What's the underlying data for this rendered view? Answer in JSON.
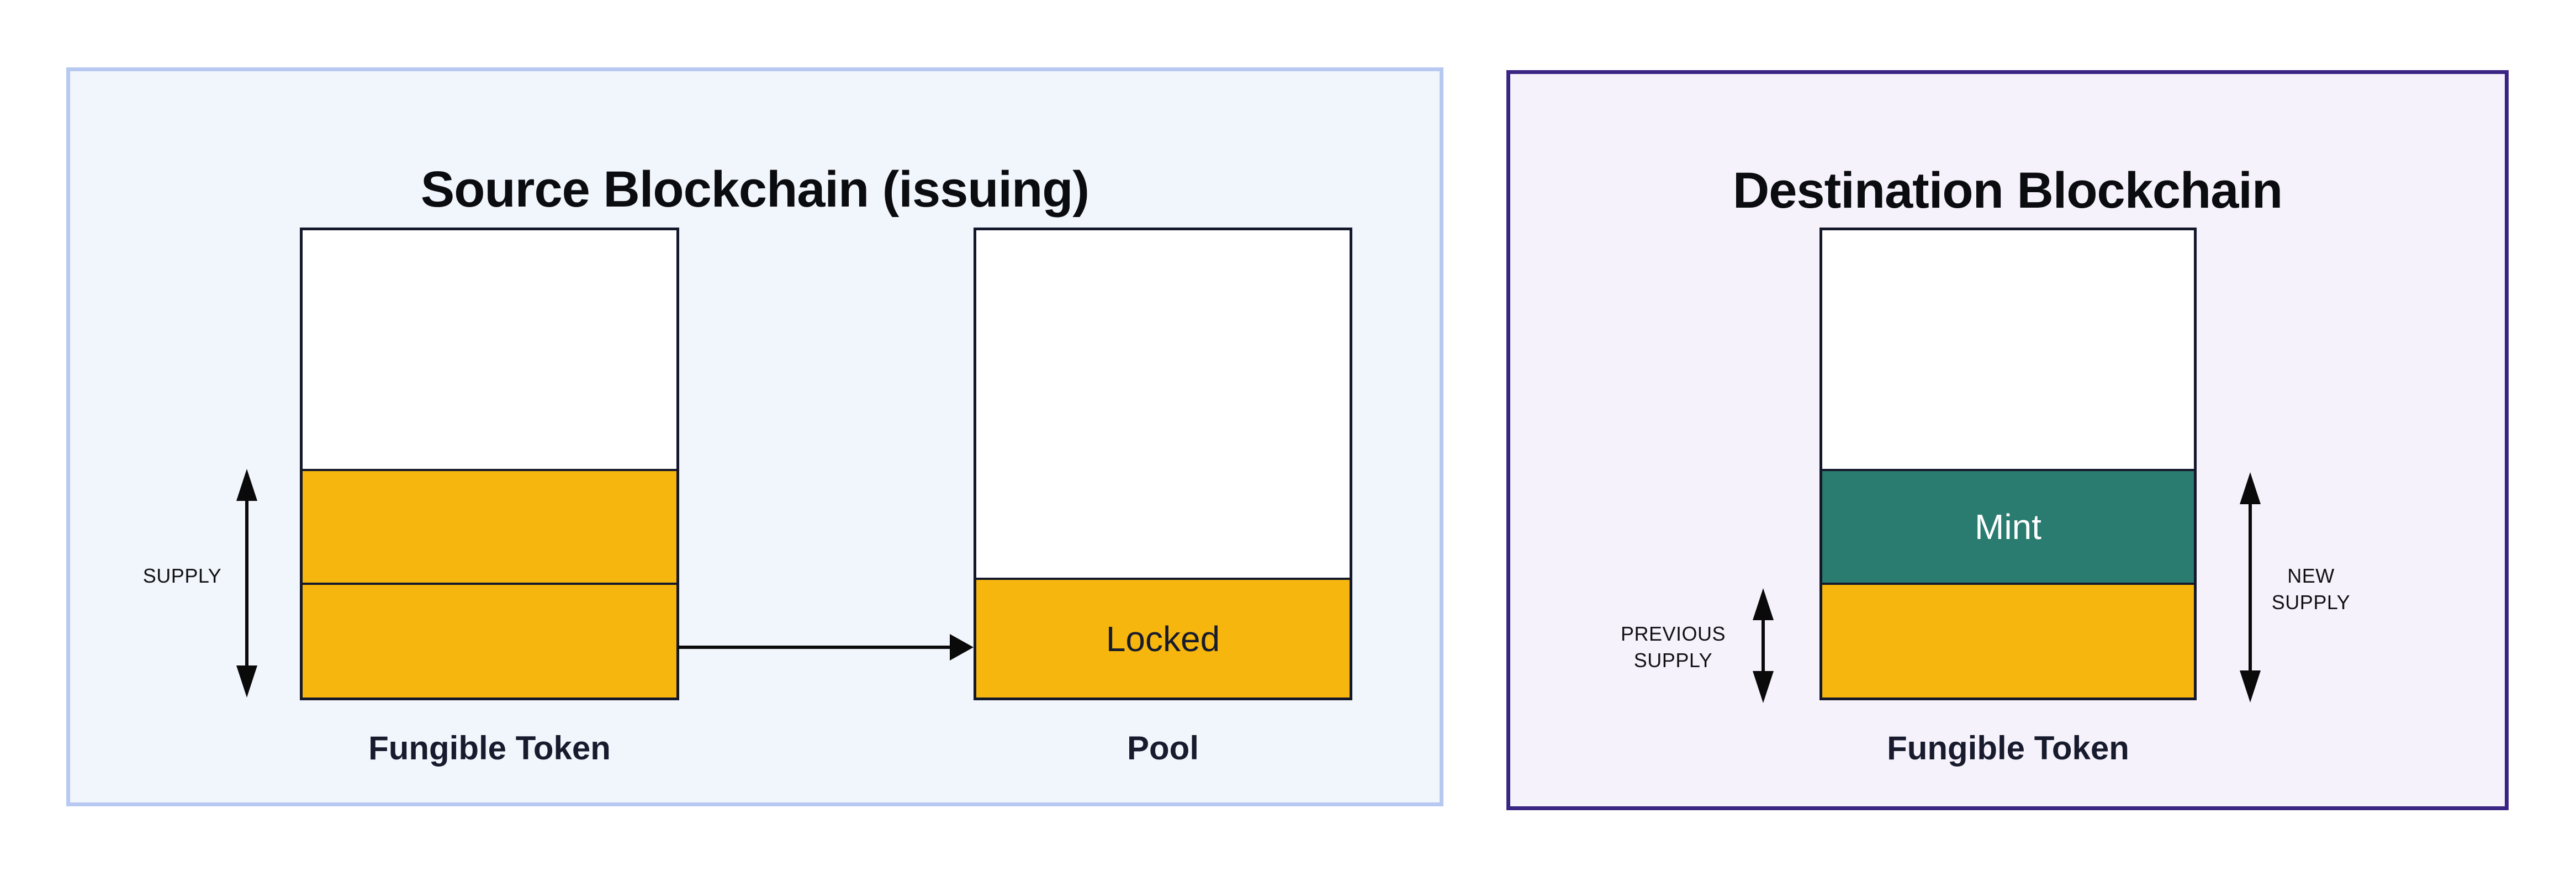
{
  "source_panel": {
    "title": "Source Blockchain (issuing)",
    "supply_annotation": "SUPPLY",
    "token_bar": {
      "label": "Fungible Token"
    },
    "pool_bar": {
      "label": "Pool",
      "locked_label": "Locked"
    }
  },
  "destination_panel": {
    "title": "Destination Blockchain",
    "previous_supply_annotation": "PREVIOUS SUPPLY",
    "new_supply_annotation": "NEW SUPPLY",
    "token_bar": {
      "label": "Fungible Token",
      "mint_label": "Mint"
    }
  },
  "icons": {
    "supply_range": "double-headed-vertical-arrow",
    "previous_supply_range": "double-headed-vertical-arrow",
    "new_supply_range": "double-headed-vertical-arrow",
    "lock_transfer": "right-arrow"
  },
  "colors": {
    "page_bg": "#FFFFFF",
    "source_panel_bg": "#F1F5FC",
    "source_panel_border": "#B7C9F1",
    "dest_panel_bg": "#F5F2FB",
    "dest_panel_border": "#3A2583",
    "bar_border": "#14182B",
    "token_yellow": "#F6B60D",
    "mint_teal": "#2A7B70",
    "mint_text": "#FFFFFF",
    "title_color": "#0B0C0F",
    "text_dark": "#171B2D",
    "annotation_color": "#111113",
    "arrow_color": "#0A0A0A"
  }
}
